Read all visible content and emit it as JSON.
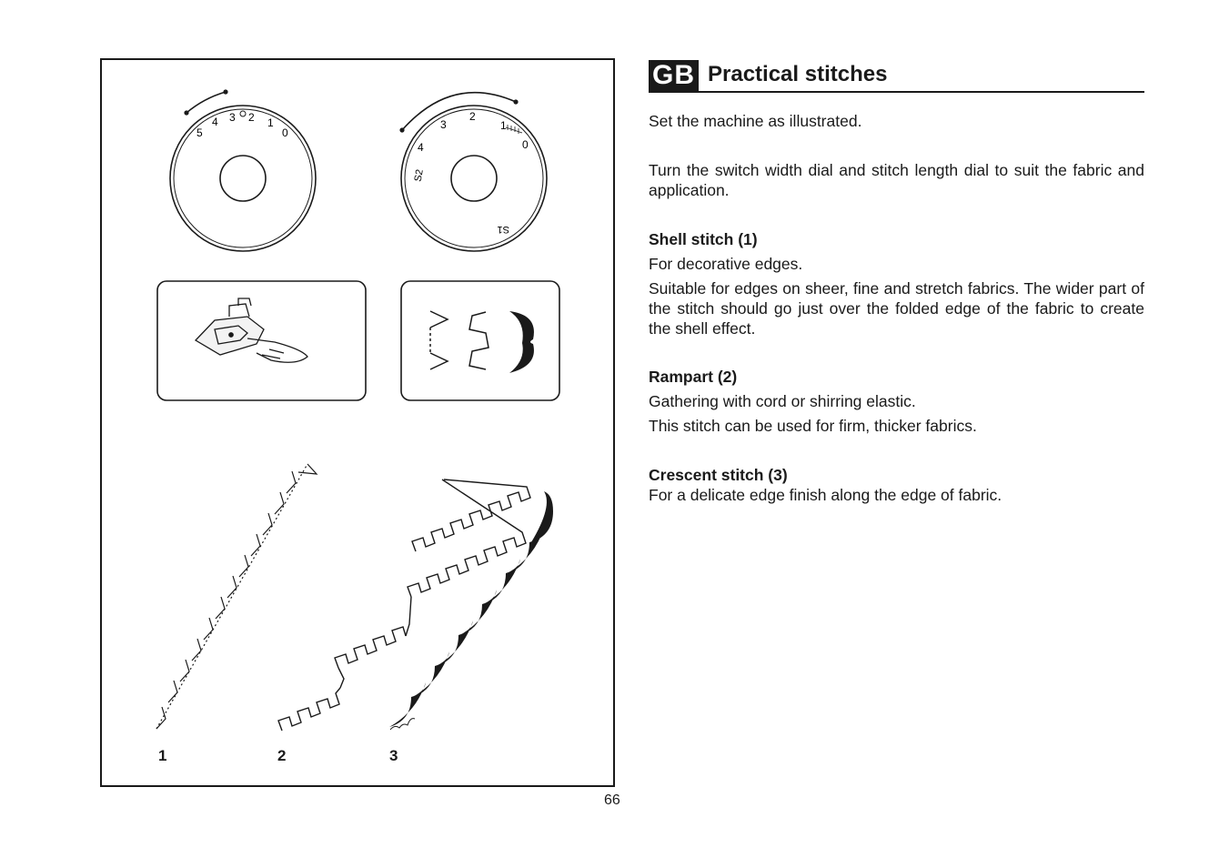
{
  "document": {
    "language_badge": "GB",
    "title": "Practical stitches",
    "intro": [
      "Set the machine as illustrated.",
      "Turn the switch width dial and stitch length dial to suit the fabric and application."
    ],
    "sections": [
      {
        "heading": "Shell stitch (1)",
        "paragraphs": [
          "For decorative edges.",
          "Suitable for edges on sheer, fine and stretch fabrics. The wider part of the stitch should go just over the folded edge of the fabric to create the shell effect."
        ]
      },
      {
        "heading": "Rampart (2)",
        "paragraphs": [
          "Gathering with cord or shirring elastic.",
          "This stitch can be used for firm, thicker fabrics."
        ]
      },
      {
        "heading": "Crescent stitch (3)",
        "paragraphs": [
          "For a delicate edge finish along the edge of fabric."
        ]
      }
    ],
    "page_number": "66"
  },
  "figure": {
    "width_dial_labels": [
      "5",
      "4",
      "3",
      "2",
      "1",
      "0"
    ],
    "length_dial_labels": [
      "S2",
      "4",
      "3",
      "2",
      "1",
      "0",
      "S1"
    ],
    "sample_numbers": [
      "1",
      "2",
      "3"
    ]
  }
}
